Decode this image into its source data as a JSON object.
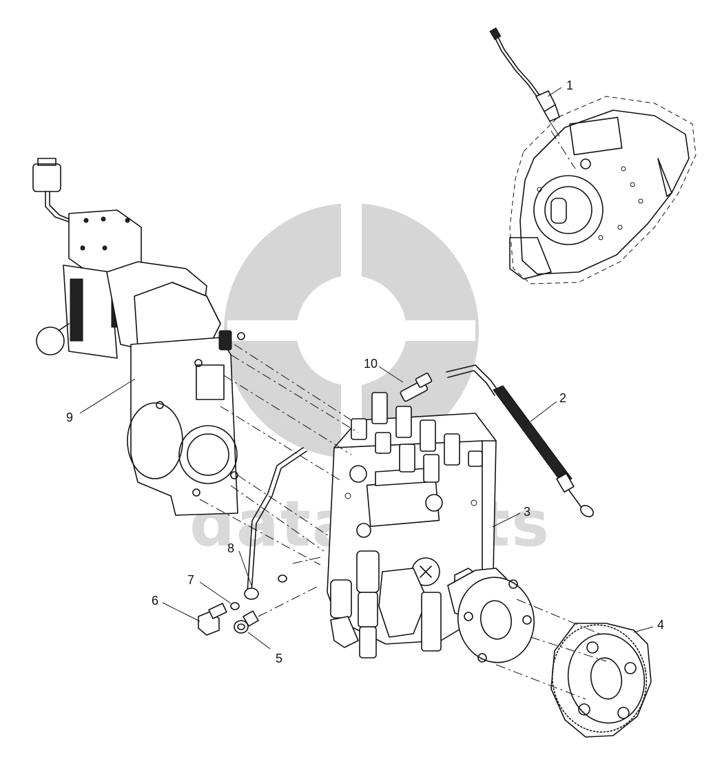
{
  "watermark": {
    "text": "dataparts"
  },
  "callouts": [
    {
      "id": "1",
      "label": "1"
    },
    {
      "id": "2",
      "label": "2"
    },
    {
      "id": "3",
      "label": "3"
    },
    {
      "id": "4",
      "label": "4"
    },
    {
      "id": "5",
      "label": "5"
    },
    {
      "id": "6",
      "label": "6"
    },
    {
      "id": "7",
      "label": "7"
    },
    {
      "id": "8",
      "label": "8"
    },
    {
      "id": "9",
      "label": "9"
    },
    {
      "id": "10",
      "label": "10"
    }
  ]
}
